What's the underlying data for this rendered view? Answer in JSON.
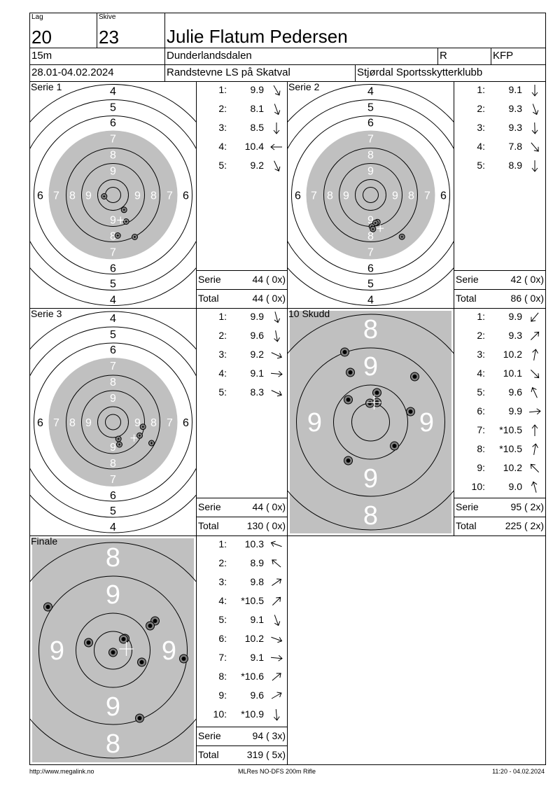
{
  "header": {
    "lag_label": "Lag",
    "lag": "20",
    "skive_label": "Skive",
    "skive": "23",
    "name": "Julie Flatum Pedersen",
    "distance": "15m",
    "location": "Dunderlandsdalen",
    "class_r": "R",
    "class_code": "KFP",
    "dates": "28.01-04.02.2024",
    "event": "Randstevne LS på Skatval",
    "club": "Stjørdal Sportsskytterklubb"
  },
  "ring_labels": {
    "series_vertical": [
      "4",
      "5",
      "6",
      "7",
      "8",
      "9"
    ],
    "series_horizontal": [
      "6",
      "7",
      "8",
      "9"
    ],
    "zoom_inner": "9",
    "zoom_outer": "8"
  },
  "colors": {
    "target_gray": "#c0c0c0",
    "hit_fill": "#808080"
  },
  "panels": [
    {
      "id": "serie1",
      "title": "Serie 1",
      "view": "series",
      "shots": [
        {
          "n": "1:",
          "value": "9.9",
          "dir": 150
        },
        {
          "n": "2:",
          "value": "8.1",
          "dir": 160
        },
        {
          "n": "3:",
          "value": "8.5",
          "dir": 180
        },
        {
          "n": "4:",
          "value": "10.4",
          "dir": 270
        },
        {
          "n": "5:",
          "value": "9.2",
          "dir": 155
        }
      ],
      "hits": [
        [
          -12.7,
          2
        ],
        [
          15.7,
          21.3
        ],
        [
          18.7,
          38
        ],
        [
          6.7,
          58
        ],
        [
          31,
          60
        ]
      ],
      "center_mark": [
        10.7,
        36
      ],
      "serie_label": "Serie",
      "serie_value": "44 ( 0x)",
      "total_label": "Total",
      "total_value": "44 ( 0x)"
    },
    {
      "id": "serie2",
      "title": "Serie 2",
      "view": "series",
      "shots": [
        {
          "n": "1:",
          "value": "9.1",
          "dir": 180
        },
        {
          "n": "2:",
          "value": "9.3",
          "dir": 160
        },
        {
          "n": "3:",
          "value": "9.3",
          "dir": 178
        },
        {
          "n": "4:",
          "value": "7.8",
          "dir": 140
        },
        {
          "n": "5:",
          "value": "8.9",
          "dir": 180
        }
      ],
      "hits": [
        [
          9.7,
          38.7
        ],
        [
          6.7,
          40
        ],
        [
          1.7,
          45
        ],
        [
          3.3,
          48.7
        ],
        [
          44.7,
          59.7
        ]
      ],
      "center_mark": [
        13.7,
        47.7
      ],
      "serie_label": "Serie",
      "serie_value": "42 ( 0x)",
      "total_label": "Total",
      "total_value": "86 ( 0x)"
    },
    {
      "id": "serie3",
      "title": "Serie 3",
      "view": "series",
      "shots": [
        {
          "n": "1:",
          "value": "9.9",
          "dir": 165
        },
        {
          "n": "2:",
          "value": "9.6",
          "dir": 170
        },
        {
          "n": "3:",
          "value": "9.2",
          "dir": 115
        },
        {
          "n": "4:",
          "value": "9.1",
          "dir": 95
        },
        {
          "n": "5:",
          "value": "8.3",
          "dir": 115
        }
      ],
      "hits": [
        [
          42.7,
          6.7
        ],
        [
          38,
          19.3
        ],
        [
          7.7,
          24
        ],
        [
          9,
          32
        ],
        [
          55,
          30
        ]
      ],
      "center_mark": [
        30,
        22.7
      ],
      "serie_label": "Serie",
      "serie_value": "44 ( 0x)",
      "total_label": "Total",
      "total_value": "130 ( 0x)"
    },
    {
      "id": "skudd10",
      "title": "10 Skudd",
      "view": "zoom",
      "shots": [
        {
          "n": "1:",
          "value": "9.9",
          "dir": 220
        },
        {
          "n": "2:",
          "value": "9.3",
          "dir": 45
        },
        {
          "n": "3:",
          "value": "10.2",
          "dir": 10
        },
        {
          "n": "4:",
          "value": "10.1",
          "dir": 135
        },
        {
          "n": "5:",
          "value": "9.6",
          "dir": 335
        },
        {
          "n": "6:",
          "value": "9.9",
          "dir": 85
        },
        {
          "n": "7:",
          "value": "*10.5",
          "dir": 0
        },
        {
          "n": "8:",
          "value": "*10.5",
          "dir": 10
        },
        {
          "n": "9:",
          "value": "10.2",
          "dir": 315
        },
        {
          "n": "10:",
          "value": "9.0",
          "dir": 345
        }
      ],
      "hits": [
        [
          -37,
          -100
        ],
        [
          -29,
          -71
        ],
        [
          63,
          -65
        ],
        [
          9,
          -42
        ],
        [
          -32,
          -32
        ],
        [
          -1,
          -27
        ],
        [
          9,
          -28
        ],
        [
          57,
          -15
        ],
        [
          34,
          34
        ],
        [
          -32,
          55
        ]
      ],
      "center_mark": [
        5,
        -28
      ],
      "serie_label": "Serie",
      "serie_value": "95 ( 2x)",
      "total_label": "Total",
      "total_value": "225 ( 2x)"
    },
    {
      "id": "finale",
      "title": "Finale",
      "view": "zoom",
      "shots": [
        {
          "n": "1:",
          "value": "10.3",
          "dir": 290
        },
        {
          "n": "2:",
          "value": "8.9",
          "dir": 310
        },
        {
          "n": "3:",
          "value": "9.8",
          "dir": 55
        },
        {
          "n": "4:",
          "value": "*10.5",
          "dir": 45
        },
        {
          "n": "5:",
          "value": "9.1",
          "dir": 160
        },
        {
          "n": "6:",
          "value": "10.2",
          "dir": 110
        },
        {
          "n": "7:",
          "value": "9.1",
          "dir": 95
        },
        {
          "n": "8:",
          "value": "*10.6",
          "dir": 50
        },
        {
          "n": "9:",
          "value": "9.6",
          "dir": 60
        },
        {
          "n": "10:",
          "value": "*10.9",
          "dir": 175
        }
      ],
      "hits": [
        [
          -93,
          -62
        ],
        [
          60,
          -42
        ],
        [
          53,
          -35
        ],
        [
          17,
          -17
        ],
        [
          15,
          -16
        ],
        [
          -35,
          -11
        ],
        [
          0,
          3
        ],
        [
          41,
          17
        ],
        [
          101,
          12
        ],
        [
          38,
          97
        ]
      ],
      "center_mark": [
        19,
        -2
      ],
      "serie_label": "Serie",
      "serie_value": "94 ( 3x)",
      "total_label": "Total",
      "total_value": "319 ( 5x)"
    }
  ],
  "footer": {
    "url": "http://www.megalink.no",
    "software": "MLRes NO-DFS 200m Rifle",
    "timestamp": "11:20 - 04.02.2024"
  }
}
